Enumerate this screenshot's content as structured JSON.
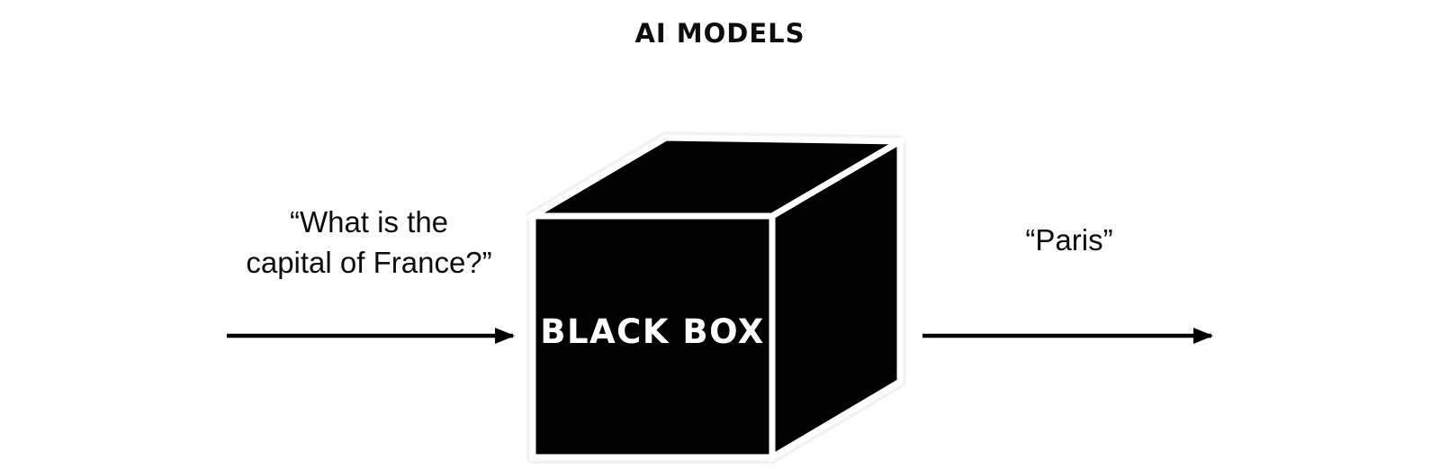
{
  "title": "AI MODELS",
  "diagram": {
    "input_text": "“What is the\ncapital of France?”",
    "output_text": "“Paris”",
    "box_label": "BLACK BOX"
  },
  "colors": {
    "background": "#ffffff",
    "box_fill": "#000000",
    "box_edge_gap": "#ffffff",
    "box_label_text": "#ffffff",
    "arrow": "#000000",
    "text": "#0d0d0d"
  }
}
